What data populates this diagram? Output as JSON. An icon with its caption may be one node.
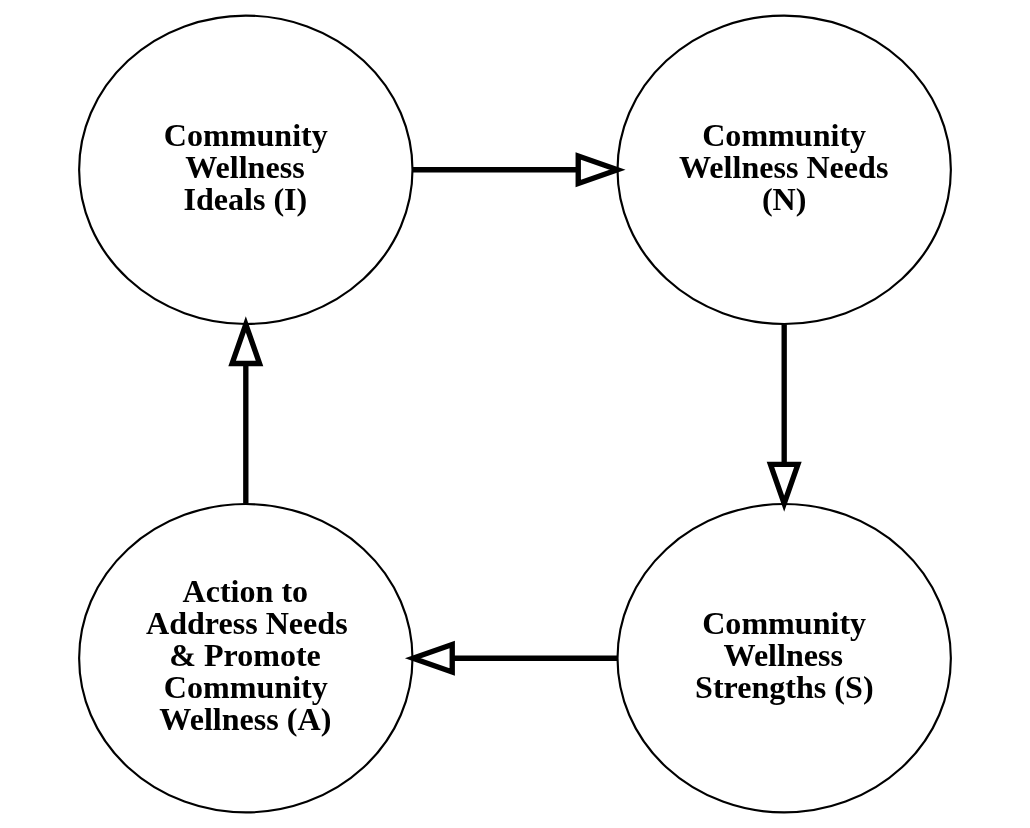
{
  "diagram": {
    "nodes": [
      {
        "text": [
          "Community Wellness Ideals (I)"
        ]
      },
      {
        "text": [
          "Community Wellness Needs (N)"
        ]
      },
      {
        "text": [
          "Community Wellness Strengths (S)"
        ]
      },
      {
        "text": [
          "Action to Address Needs & Promote Community Wellness (A)"
        ]
      }
    ],
    "edges": [
      {
        "from": 0,
        "to": 1,
        "arrow": "to"
      },
      {
        "from": 1,
        "to": 2,
        "arrow": "to"
      },
      {
        "from": 2,
        "to": 3,
        "arrow": "to"
      },
      {
        "from": 3,
        "to": 0,
        "arrow": "to"
      }
    ]
  }
}
